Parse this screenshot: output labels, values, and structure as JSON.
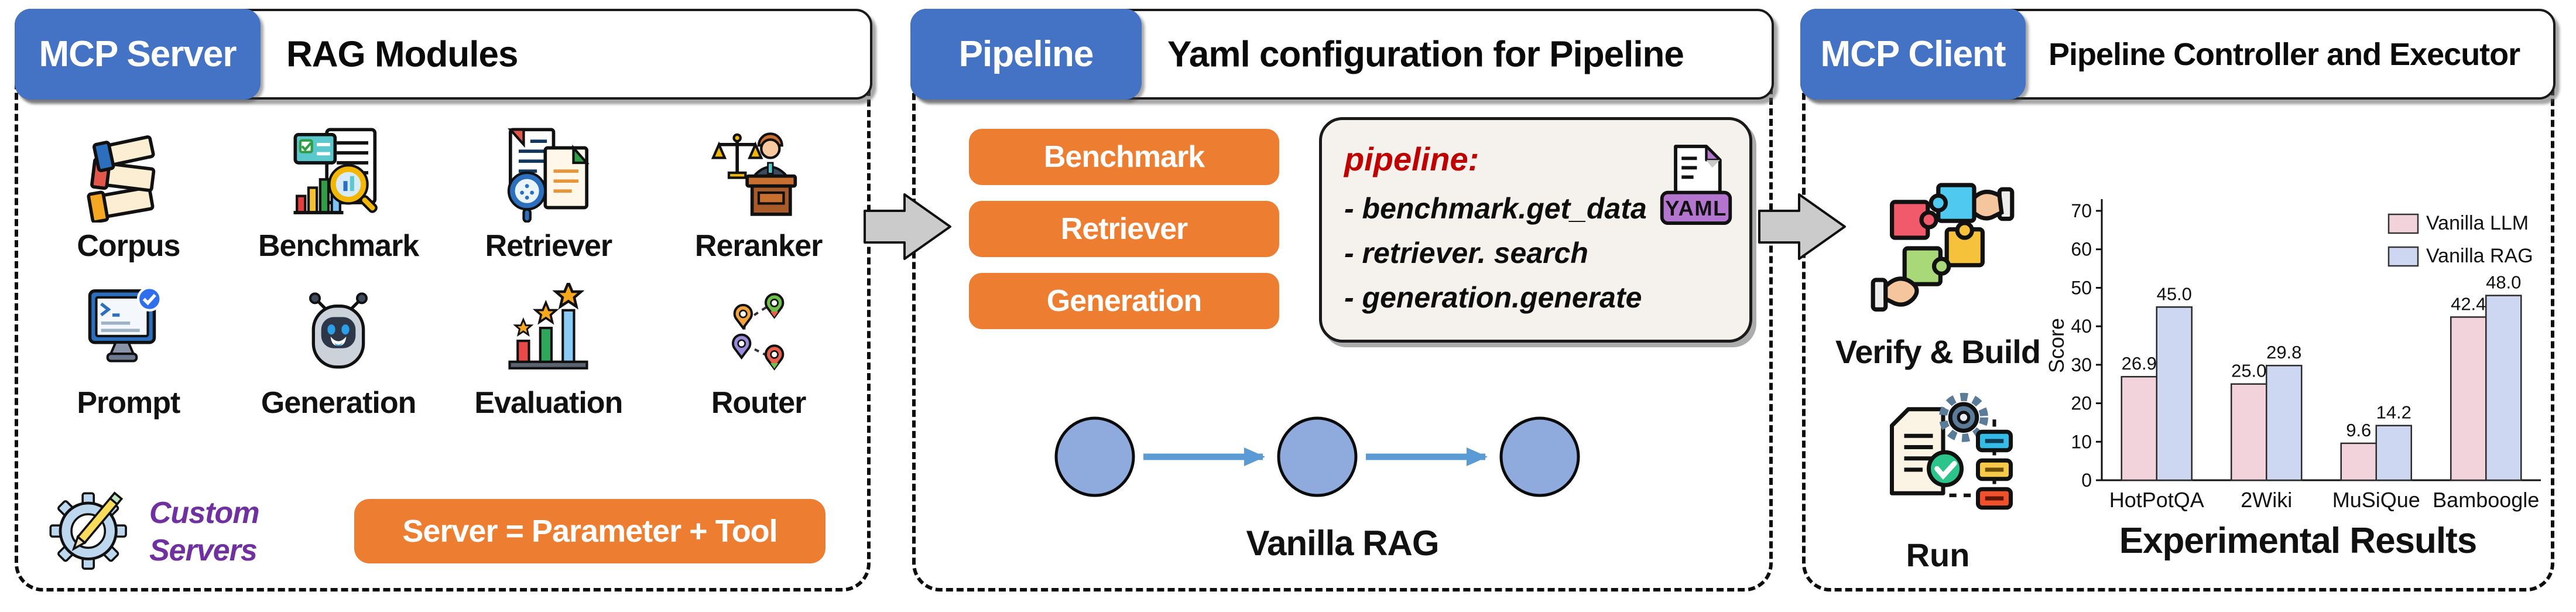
{
  "colors": {
    "accent_blue": "#4472C4",
    "step_orange": "#ED7D31",
    "custom_purple": "#7030A0",
    "code_red": "#C00000",
    "flow_node_fill": "#8FAADC",
    "flow_arrow_blue": "#5B9BD5",
    "panel_arrow_gray": "#CBCBCB",
    "yaml_purple": "#B475CE"
  },
  "panels": {
    "server": {
      "badge": "MCP Server",
      "title": "RAG Modules",
      "modules": [
        {
          "name": "Corpus",
          "icon": "books-stack-icon"
        },
        {
          "name": "Benchmark",
          "icon": "document-chart-magnifier-icon"
        },
        {
          "name": "Retriever",
          "icon": "documents-magnifier-icon"
        },
        {
          "name": "Reranker",
          "icon": "judge-scales-icon"
        },
        {
          "name": "Prompt",
          "icon": "monitor-terminal-icon"
        },
        {
          "name": "Generation",
          "icon": "robot-icon"
        },
        {
          "name": "Evaluation",
          "icon": "bar-chart-stars-icon"
        },
        {
          "name": "Router",
          "icon": "map-pins-network-icon"
        }
      ],
      "custom_label_line1": "Custom",
      "custom_label_line2": "Servers",
      "formula": "Server = Parameter + Tool"
    },
    "pipeline": {
      "badge": "Pipeline",
      "title": "Yaml configuration for Pipeline",
      "steps": [
        "Benchmark",
        "Retriever",
        "Generation"
      ],
      "yaml": {
        "header": "pipeline:",
        "lines": [
          "- benchmark.get_data",
          "- retriever. search",
          "- generation.generate"
        ],
        "file_label": "YAML"
      },
      "flow_caption": "Vanilla RAG"
    },
    "client": {
      "badge": "MCP Client",
      "title": "Pipeline Controller and Executor",
      "verify_label": "Verify & Build",
      "run_label": "Run"
    }
  },
  "chart_data": {
    "type": "bar",
    "title": "Experimental Results",
    "categories": [
      "HotPotQA",
      "2Wiki",
      "MuSiQue",
      "Bamboogle"
    ],
    "series": [
      {
        "name": "Vanilla LLM",
        "color": "#F2D3DC",
        "values": [
          26.9,
          25.0,
          9.6,
          42.4
        ]
      },
      {
        "name": "Vanilla RAG",
        "color": "#CDD7F2",
        "values": [
          45.0,
          29.8,
          14.2,
          48.0
        ]
      }
    ],
    "xlabel": "",
    "ylabel": "Score",
    "ylim": [
      0,
      70
    ],
    "yticks": [
      0,
      10,
      20,
      30,
      40,
      50,
      60,
      70
    ],
    "grid": false,
    "legend_position": "upper right",
    "value_labels": true
  }
}
